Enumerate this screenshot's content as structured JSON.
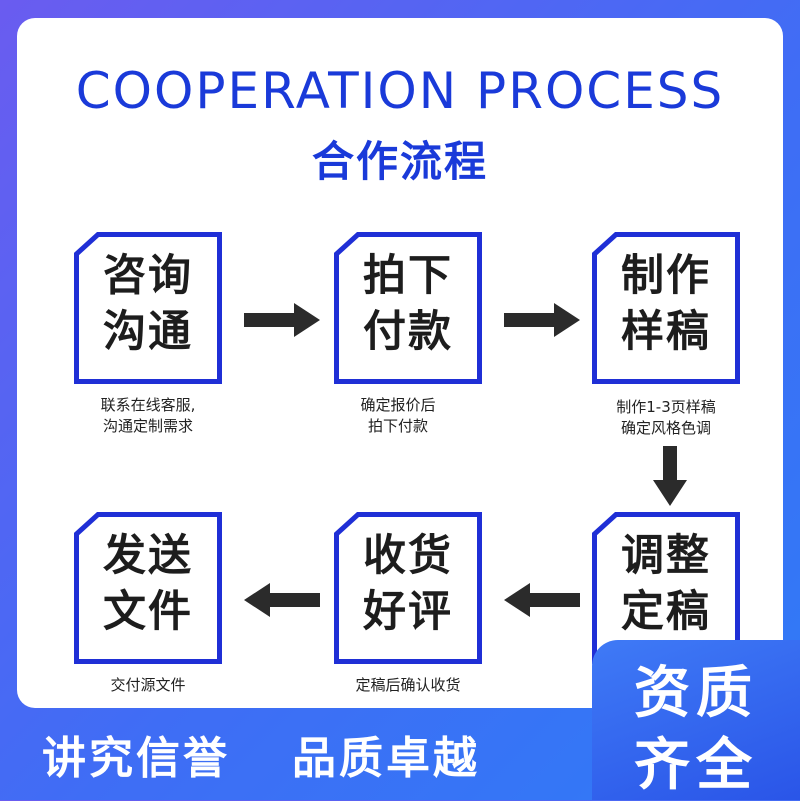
{
  "header": {
    "title_en": "COOPERATION PROCESS",
    "title_cn": "合作流程"
  },
  "steps": [
    {
      "line1": "咨询",
      "line2": "沟通",
      "desc1": "联系在线客服,",
      "desc2": "沟通定制需求"
    },
    {
      "line1": "拍下",
      "line2": "付款",
      "desc1": "确定报价后",
      "desc2": "拍下付款"
    },
    {
      "line1": "制作",
      "line2": "样稿",
      "desc1": "制作1-3页样稿",
      "desc2": "确定风格色调"
    },
    {
      "line1": "调整",
      "line2": "定稿",
      "desc1": "",
      "desc2": ""
    },
    {
      "line1": "收货",
      "line2": "好评",
      "desc1": "定稿后确认收货",
      "desc2": ""
    },
    {
      "line1": "发送",
      "line2": "文件",
      "desc1": "交付源文件",
      "desc2": ""
    }
  ],
  "footer": {
    "slogan_left": "讲究信誉",
    "slogan_right": "品质卓越",
    "badge_line1": "资质",
    "badge_line2": "齐全"
  },
  "colors": {
    "accent": "#1a3ad9",
    "frame": "#1f2fd6",
    "arrow": "#2b2b2b",
    "background": "#4f63f2"
  }
}
